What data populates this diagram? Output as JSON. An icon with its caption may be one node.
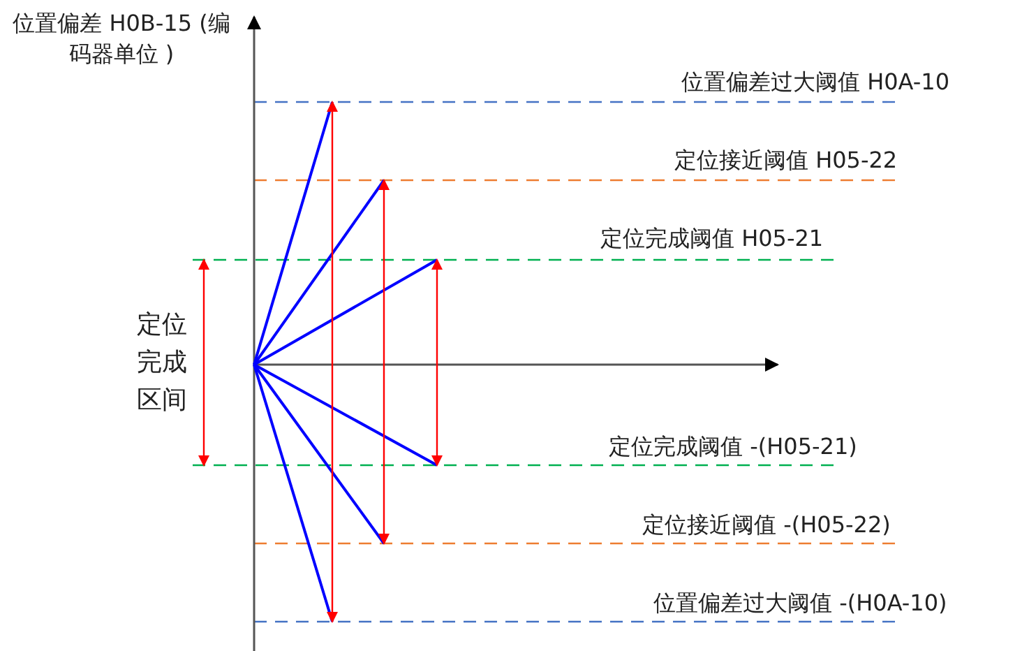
{
  "diagram": {
    "labels": [
      "位置偏差 H0B-15 (编码器单位 )",
      "位置偏差过大阈值 H0A-10",
      "定位接近阈值 H05-22",
      "定位完成阈值 H05-21",
      "定位完成区间",
      "定位完成阈值 -(H05-21)",
      "定位接近阈值 -(H05-22)",
      "位置偏差过大阈值 -(H0A-10)"
    ]
  }
}
